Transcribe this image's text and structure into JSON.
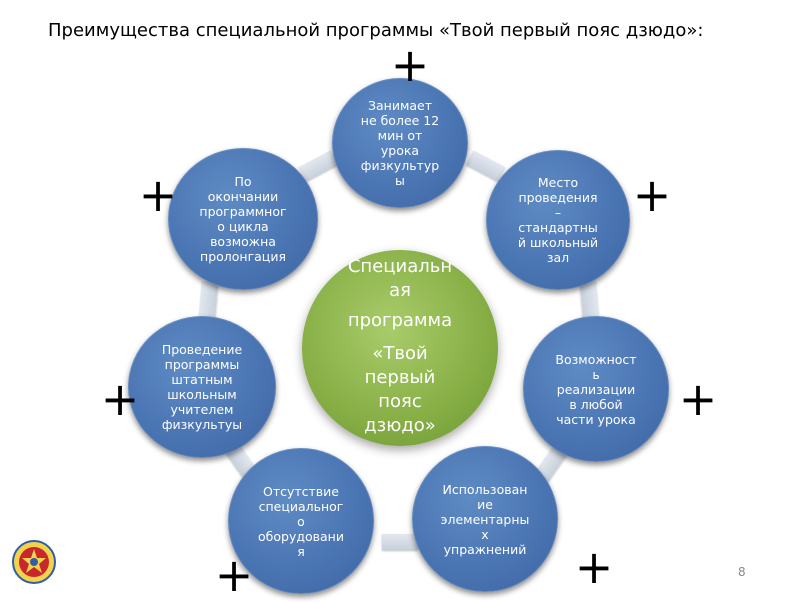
{
  "title": "Преимущества специальной программы «Твой первый пояс дзюдо»:",
  "center": {
    "lines": [
      "Специальн",
      "ая",
      "программа",
      "«Твой",
      "первый",
      "пояс",
      "дзюдо»"
    ]
  },
  "circles": [
    "Занимает\nне более 12\nмин от\nурока\nфизкультур\nы",
    "Место\nпроведения\n–\nстандартны\nй школьный\nзал",
    "Возможност\nь\nреализации\nв любой\nчасти урока",
    "Использован\nие\nэлементарны\nх\nупражнений",
    "Отсутствие\nспециальног\nо\nоборудовани\nя",
    "Проведение\nпрограммы\nштатным\nшкольным\nучителем\nфизкультуы",
    "По\nокончании\nпрограммног\nо цикла\nвозможна\nпролонгация"
  ],
  "plus_sign": "+",
  "page_number": "8",
  "logo_icon": "judo-federation-emblem-icon",
  "colors": {
    "circle_blue": "#4a75b3",
    "center_green": "#86ae45",
    "connector": "#d4dbe5",
    "title_text": "#000000",
    "page_number": "#8a8a8a"
  }
}
